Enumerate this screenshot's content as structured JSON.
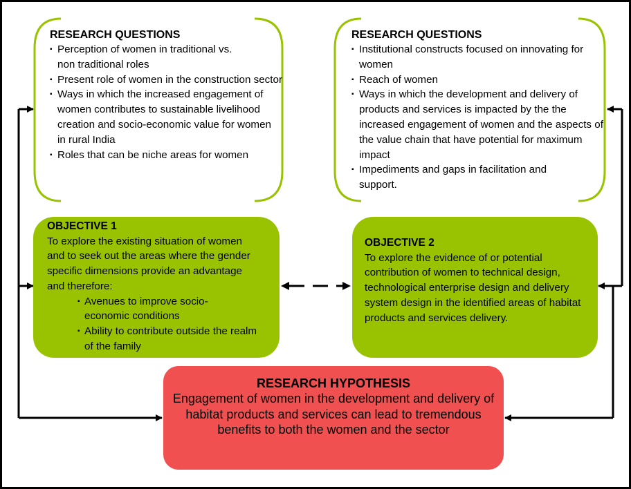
{
  "research_questions_left": {
    "title": "RESEARCH QUESTIONS",
    "items": [
      "Perception of women in traditional vs. non traditional roles",
      "Present role of women in the construction sector",
      "Ways in which the increased engagement of women contributes to sustainable livelihood creation and socio-economic value for women in rural India",
      "Roles that can be niche areas for women"
    ]
  },
  "research_questions_right": {
    "title": "RESEARCH QUESTIONS",
    "items": [
      "Institutional constructs focused on innovating for women",
      "Reach of women",
      "Ways in which the development and delivery of products and services is impacted by the the increased engagement of women and the aspects of the value chain that have potential for maximum impact",
      "Impediments and gaps in facilitation and support."
    ]
  },
  "objective_1": {
    "title": "OBJECTIVE 1",
    "text": "To explore the existing situation of women and to seek out the areas where the gender specific dimensions provide an advantage and therefore:",
    "items": [
      "Avenues to improve socio-economic conditions",
      "Ability to contribute outside the realm of the family"
    ]
  },
  "objective_2": {
    "title": "OBJECTIVE 2",
    "text": "To explore the evidence of or potential contribution of women to technical design, technological enterprise design and delivery system design in the identified areas of habitat products and services delivery."
  },
  "research_hypothesis": {
    "title": "RESEARCH HYPOTHESIS",
    "text": "Engagement of women in the development and delivery of habitat products and services can lead to tremendous benefits to both the women and the sector"
  },
  "colors": {
    "objective_fill": "#99c300",
    "bracket_stroke": "#99c300",
    "hypothesis_fill": "#f05050",
    "arrow": "#000000"
  }
}
